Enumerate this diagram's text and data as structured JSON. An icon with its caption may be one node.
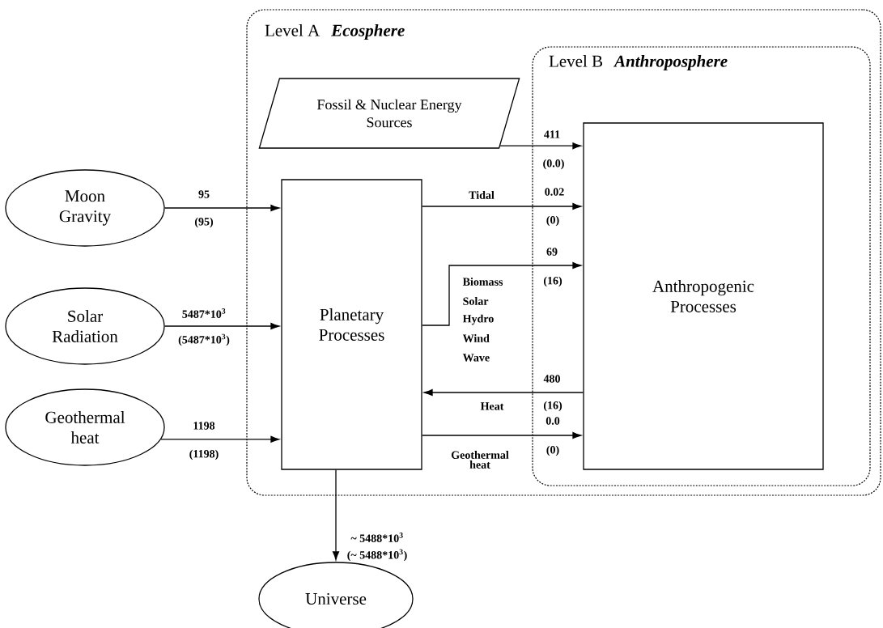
{
  "diagram": {
    "nodes": [
      {
        "text": [
          "Level A",
          "Ecosphere"
        ]
      },
      {
        "text": [
          "Level B",
          "Anthroposphere"
        ],
        "in": 0
      },
      {
        "text": [
          "Fossil & Nuclear Energy Sources"
        ],
        "in": 0
      },
      {
        "text": [
          "Planetary Processes"
        ],
        "in": 0
      },
      {
        "text": [
          "Anthropogenic Processes"
        ],
        "in": 1
      },
      {
        "text": [
          "Moon Gravity"
        ]
      },
      {
        "text": [
          "Solar Radiation"
        ]
      },
      {
        "text": [
          "Geothermal heat"
        ]
      },
      {
        "text": [
          "Universe"
        ]
      }
    ],
    "edges": [
      {
        "from": 5,
        "to": 3,
        "arrow": "to",
        "label": "95"
      },
      {
        "from": 6,
        "to": 3,
        "arrow": "to",
        "label": "5487*10$^{3}$"
      },
      {
        "from": 7,
        "to": 3,
        "arrow": "to",
        "label": "1198"
      },
      {
        "from": 2,
        "to": 4,
        "arrow": "to",
        "label": "411"
      },
      {
        "from": 3,
        "to": 4,
        "arrow": "to",
        "label": "0.02"
      },
      {
        "from": 3,
        "to": 4,
        "arrow": "to",
        "label": "69"
      },
      {
        "from": 4,
        "to": 3,
        "arrow": "to",
        "label": "480"
      },
      {
        "from": 3,
        "to": 4,
        "arrow": "to",
        "label": "0.0"
      },
      {
        "from": 3,
        "to": 8,
        "arrow": "to",
        "label": "~ 5488*10$^{3}$"
      }
    ],
    "labels": [
      "(95)",
      "(5487*10$^{3}$)",
      "(1198)",
      "(0.0)",
      "Tidal",
      "(0)",
      "(16)",
      "Biomass",
      "Solar",
      "Hydro",
      "Wind",
      "Wave",
      "Heat",
      "(16)",
      "Geothermal heat",
      "(0)",
      "(~ 5488*10$^{3}$)"
    ]
  }
}
